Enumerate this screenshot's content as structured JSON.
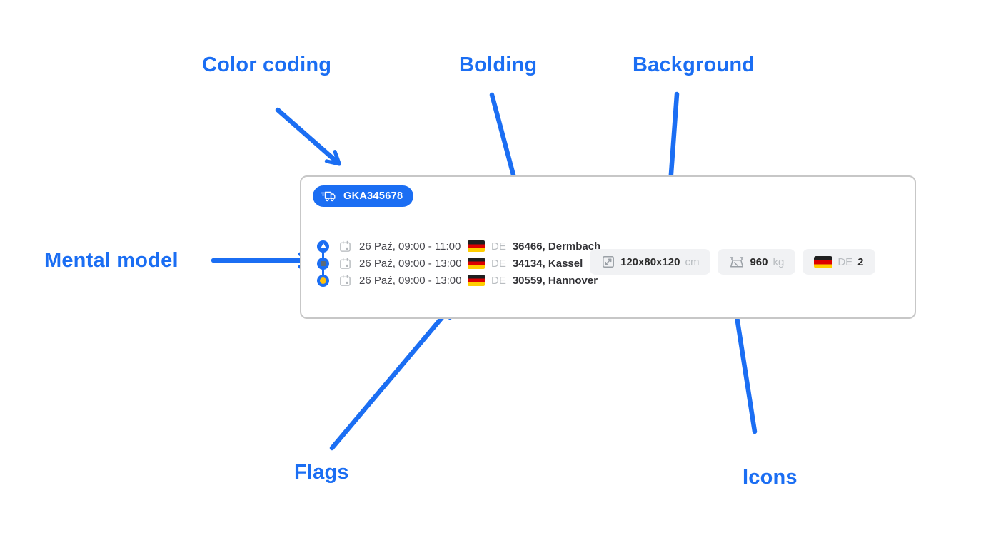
{
  "colors": {
    "accent": "#1b6ef3",
    "marker_square": "#5d6b78",
    "marker_dot": "#ffc10d",
    "flag_black": "#1f1f1f",
    "flag_red": "#dd0000",
    "flag_gold": "#ffce00",
    "badge_background": "#f1f2f4",
    "card_border": "#c7c7c7"
  },
  "annotations": {
    "color_coding": "Color coding",
    "bolding": "Bolding",
    "background": "Background",
    "mental_model": "Mental model",
    "flags": "Flags",
    "icons": "Icons"
  },
  "card": {
    "shipment_id": "GKA345678",
    "stops": [
      {
        "date": "26 Paź, 09:00 - 11:00",
        "country_code": "DE",
        "address": "36466, Dermbach"
      },
      {
        "date": "26 Paź, 09:00 - 13:00",
        "country_code": "DE",
        "address": "34134, Kassel"
      },
      {
        "date": "26 Paź, 09:00 - 13:00",
        "country_code": "DE",
        "address": "30559, Hannover"
      }
    ],
    "dimensions": {
      "value": "120x80x120",
      "unit": "cm"
    },
    "weight": {
      "value": "960",
      "unit": "kg"
    },
    "pallets": {
      "country_code": "DE",
      "count": "2"
    }
  }
}
